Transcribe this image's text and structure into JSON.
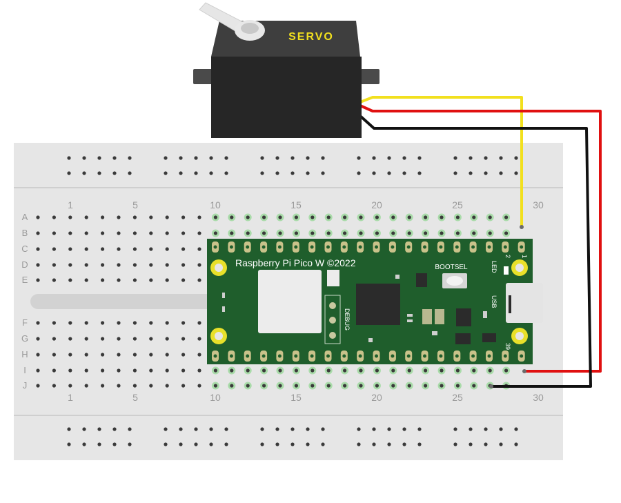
{
  "servo": {
    "label": "SERVO"
  },
  "breadboard": {
    "column_numbers": [
      "1",
      "5",
      "10",
      "15",
      "20",
      "25",
      "30"
    ],
    "row_letters_top": [
      "A",
      "B",
      "C",
      "D",
      "E"
    ],
    "row_letters_bottom": [
      "F",
      "G",
      "H",
      "I",
      "J"
    ]
  },
  "pico": {
    "title": "Raspberry Pi Pico W ©2022",
    "bootsel_label": "BOOTSEL",
    "led_label": "LED",
    "usb_label": "USB",
    "debug_label": "DEBUG",
    "pin1_label": "1",
    "pin2_label": "2",
    "pin39_label": "39"
  },
  "colors": {
    "breadboard": "#e6e6e6",
    "hole": "#3a3a3a",
    "pcb": "#1f5e2c",
    "servo_body": "#262626",
    "wire_signal": "#f2e01e",
    "wire_power": "#e01010",
    "wire_ground": "#111111",
    "pad": "#e8e02a"
  }
}
